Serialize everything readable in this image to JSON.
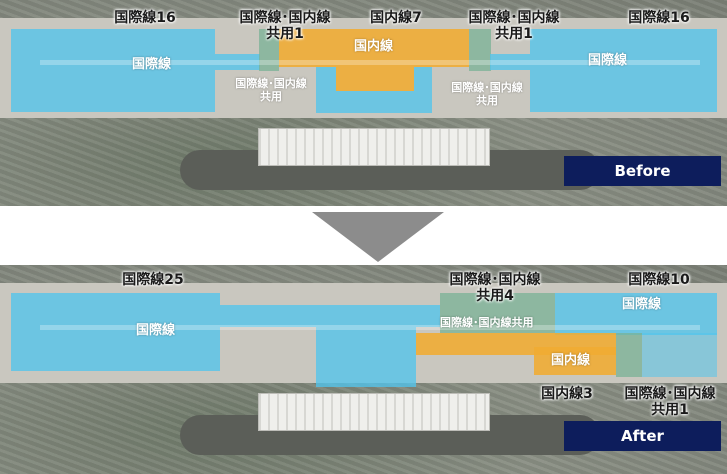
{
  "before": {
    "labels": {
      "intl_left_count": "国際線16",
      "shared_left_top": "国際線･国内線",
      "shared_left_top2": "共用1",
      "dom_center_count": "国内線7",
      "shared_right_top": "国際線･国内線",
      "shared_right_top2": "共用1",
      "intl_right_count": "国際線16",
      "zone_intl_left": "国際線",
      "zone_dom": "国内線",
      "zone_intl_right": "国際線",
      "shared_left_bottom": "国際線･国内線",
      "shared_left_bottom2": "共用",
      "shared_right_bottom": "国際線･国内線",
      "shared_right_bottom2": "共用"
    },
    "badge": "Before"
  },
  "after": {
    "labels": {
      "intl_left_count": "国際線25",
      "shared_top": "国際線･国内線",
      "shared_top2": "共用4",
      "intl_right_count": "国際線10",
      "zone_intl_left": "国際線",
      "zone_intl_right": "国際線",
      "zone_shared": "国際線･国内線共用",
      "zone_dom": "国内線",
      "dom_count": "国内線3",
      "shared_bottom": "国際線･国内線",
      "shared_bottom2": "共用1"
    },
    "badge": "After"
  },
  "colors": {
    "international": "#52c4ec",
    "domestic": "#f0ac32",
    "shared": "#78b296",
    "badge": "#0d1d5c",
    "arrow": "#8c8c8c"
  }
}
